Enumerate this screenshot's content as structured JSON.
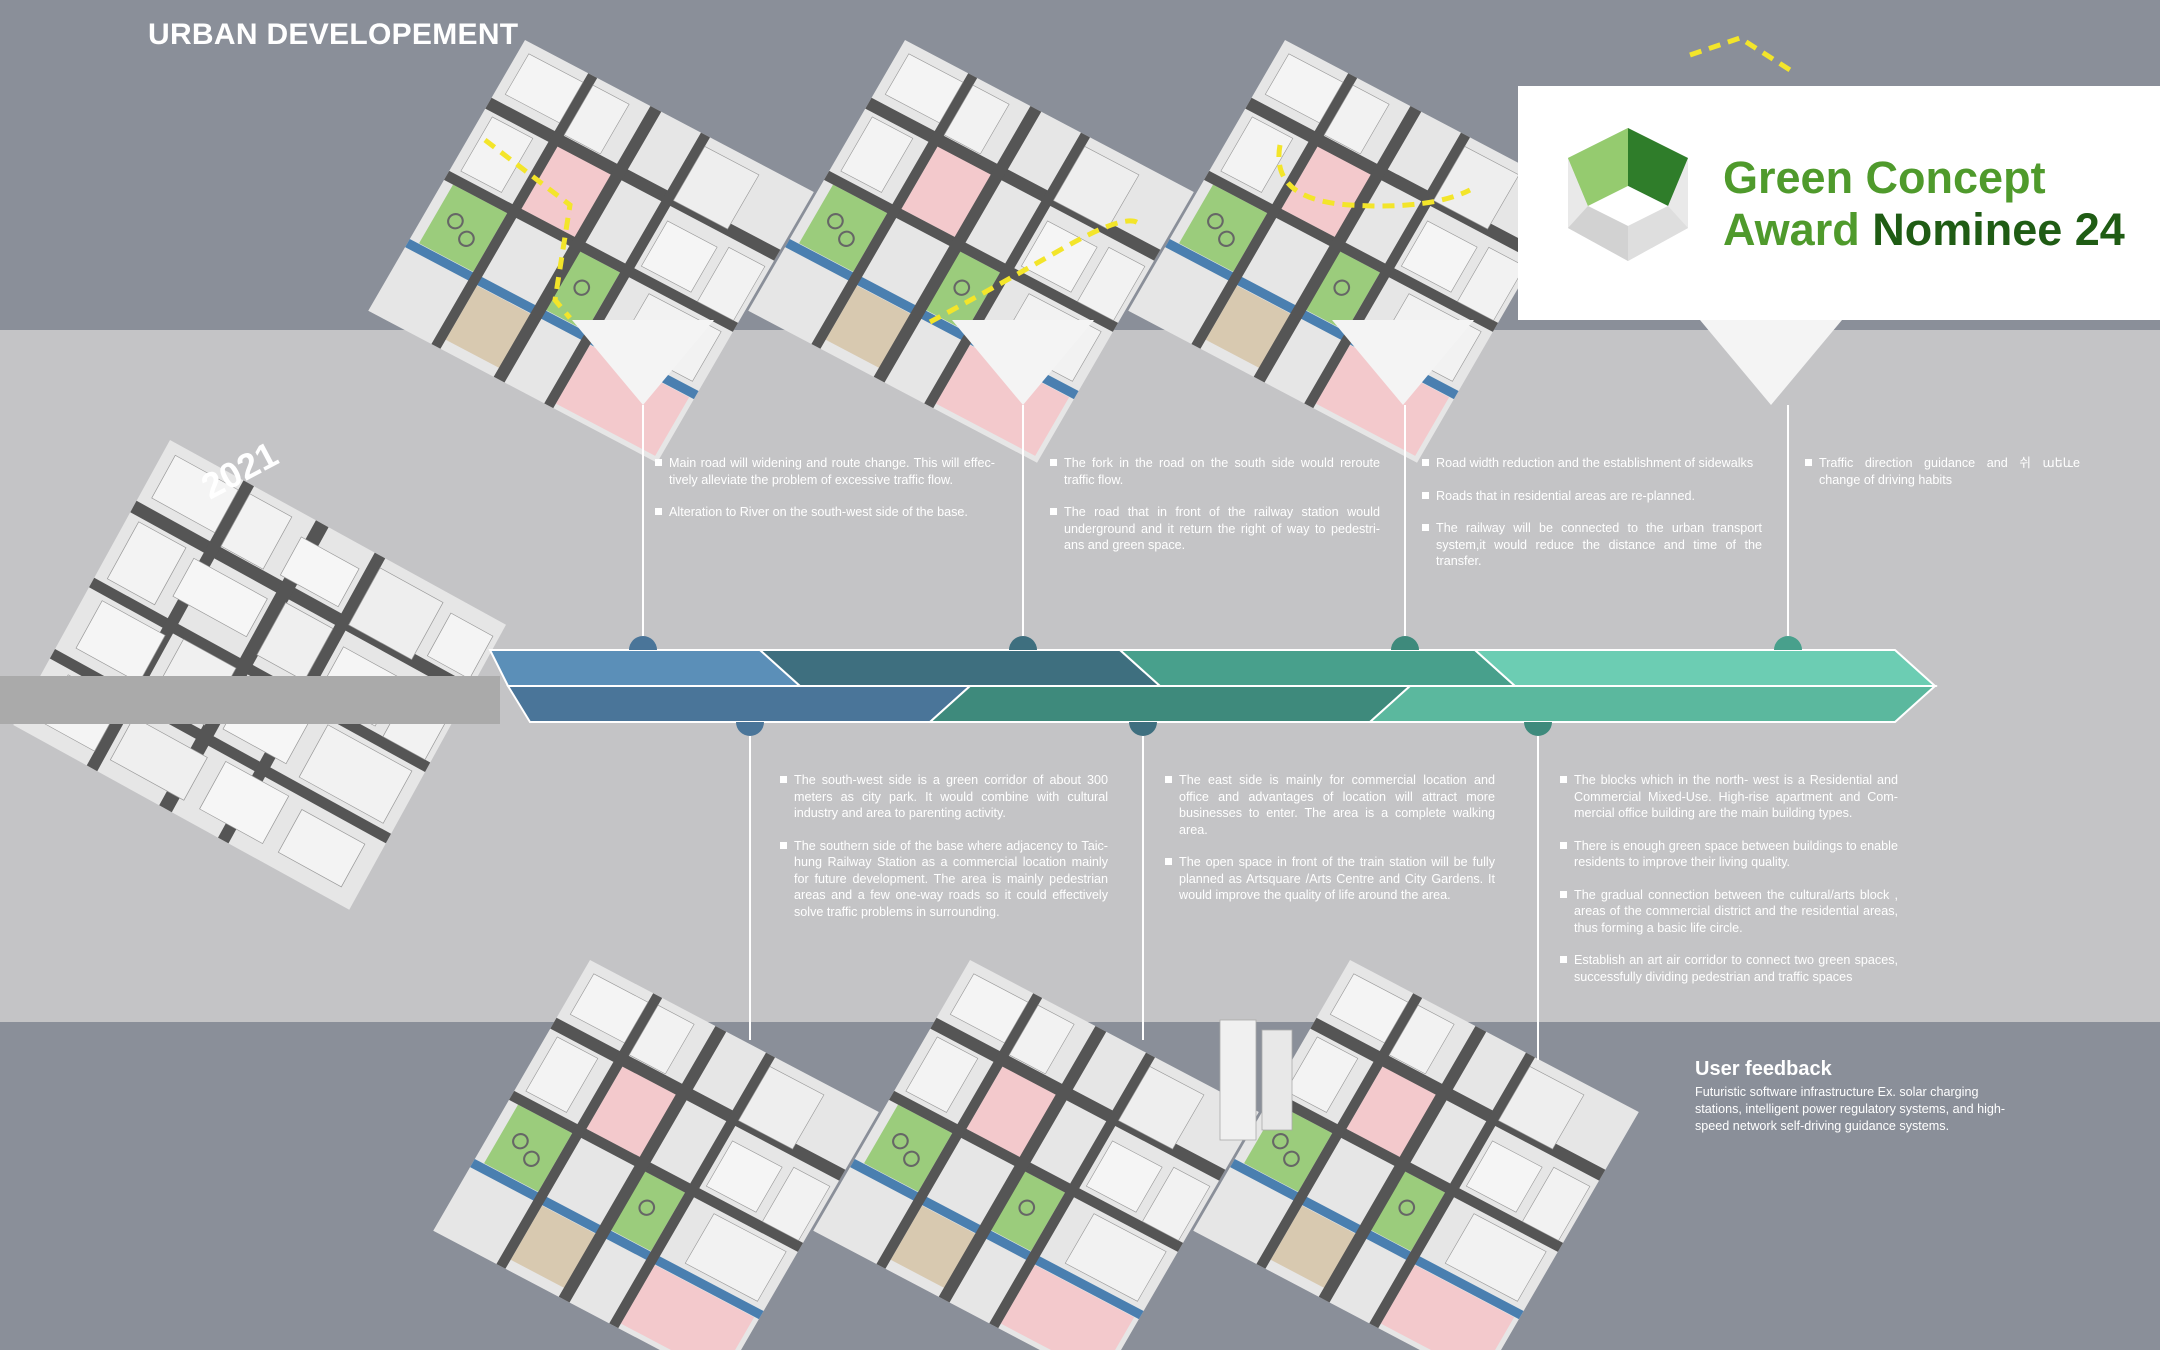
{
  "title": "URBAN DEVELOPEMENT",
  "year_label": "2021",
  "award": {
    "line1": "Green  Concept",
    "line2a": "Award",
    "line2b": "Nominee 24"
  },
  "colors": {
    "blue1": "#5b8fb8",
    "blue2": "#4a7599",
    "teal1": "#3e6f7f",
    "teal2": "#3e8a7c",
    "green1": "#48a08c",
    "green2": "#5bb89e",
    "mint": "#6ccdb3"
  },
  "top_notes": [
    [
      "Main road will widening and route change. This will effec-tively alleviate the problem of excessive traffic flow.",
      "Alteration to River on the south-west side of the base."
    ],
    [
      "The fork in the road on the south side would reroute traffic flow.",
      "The road that in front of the railway station would underground and it return the right of way to pedestri-ans and green space."
    ],
    [
      "Road width reduction and the establishment of sidewalks",
      "Roads that in residential areas are re-planned.",
      "The railway will be connected to the urban transport system,it would reduce the distance and time of the transfer."
    ],
    [
      "Traffic direction guidance and 쉬 աեևe change of driving habits"
    ]
  ],
  "bottom_notes": [
    [
      "The south-west side is a green corridor of about 300 meters as city park. It would combine with cultural industry and area to parenting activity.",
      "The southern side of the base where adjacency to Taic-hung Railway Station as a commercial location mainly for future development. The area is mainly pedestrian areas and a few one-way roads so it could effectively solve traffic problems in surrounding."
    ],
    [
      "The east side is mainly for commercial location and office and advantages of location will attract more businesses to enter. The area is a complete walking area.",
      "The open space in front of the train station will be fully planned as Artsquare /Arts Centre and City Gardens. It would improve the quality of life around the area."
    ],
    [
      "The blocks which in the north- west is a Residential and Commercial Mixed-Use. High-rise apartment and Com-mercial office building are the main building types.",
      "There is enough green space between buildings to enable residents to improve their living quality.",
      "The gradual connection between the cultural/arts block , areas of the commercial district and the residential areas, thus forming a basic life circle.",
      "Establish an art air corridor to connect two green spaces, successfully dividing pedestrian and traffic spaces"
    ]
  ],
  "user_feedback": {
    "title": "User feedback",
    "text": "Futuristic software infrastructure Ex. solar charging stations, intelligent power regulatory systems, and high-speed network self-driving guidance systems."
  }
}
